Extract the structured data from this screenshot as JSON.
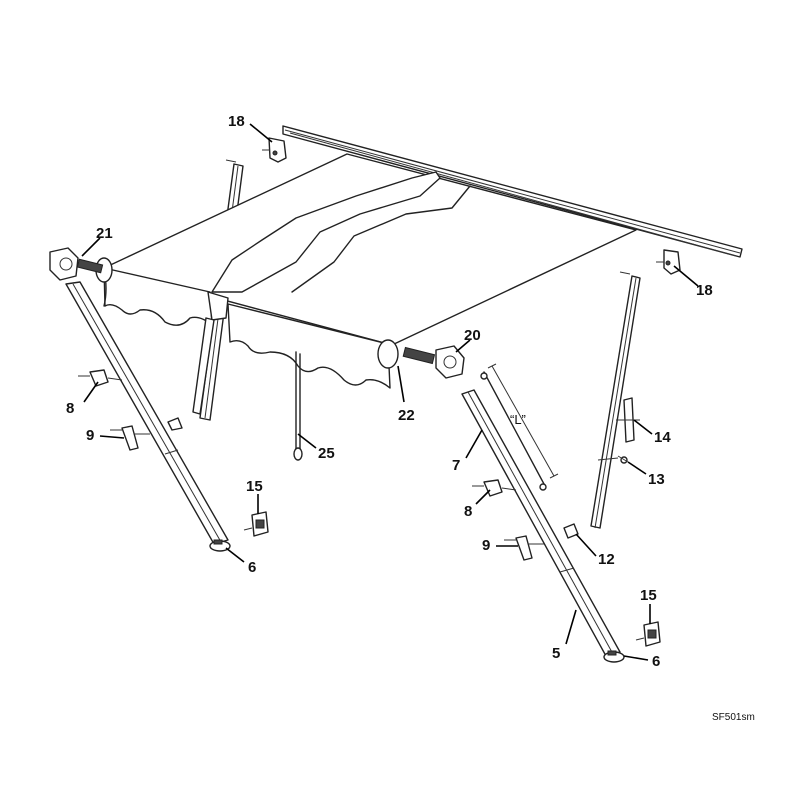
{
  "diagram": {
    "callouts": {
      "c18a": "18",
      "c18b": "18",
      "c21": "21",
      "c20": "20",
      "c22": "22",
      "c25": "25",
      "c8a": "8",
      "c8b": "8",
      "c9a": "9",
      "c9b": "9",
      "c15a": "15",
      "c15b": "15",
      "c6a": "6",
      "c6b": "6",
      "c7": "7",
      "c14": "14",
      "c13": "13",
      "c12": "12",
      "c5": "5"
    },
    "dimension_label": "“L”",
    "drawing_code": "SF501sm"
  }
}
